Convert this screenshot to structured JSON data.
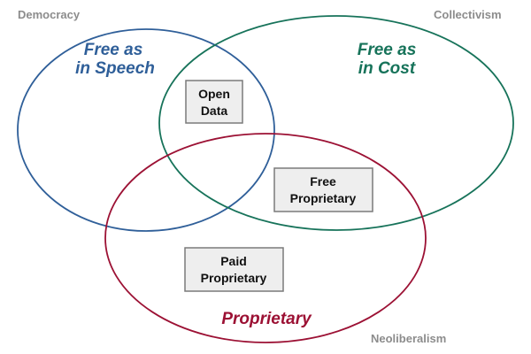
{
  "corners": {
    "top_left": "Democracy",
    "top_right": "Collectivism",
    "bottom_right": "Neoliberalism"
  },
  "sets": {
    "speech": {
      "line1": "Free as",
      "line2": "in Speech",
      "color": "#2f5f99"
    },
    "cost": {
      "line1": "Free as",
      "line2": "in Cost",
      "color": "#17735a"
    },
    "proprietary": {
      "label": "Proprietary",
      "color": "#9c1134"
    }
  },
  "boxes": {
    "open_data": {
      "line1": "Open",
      "line2": "Data"
    },
    "free_proprietary": {
      "line1": "Free",
      "line2": "Proprietary"
    },
    "paid_proprietary": {
      "line1": "Paid",
      "line2": "Proprietary"
    }
  }
}
